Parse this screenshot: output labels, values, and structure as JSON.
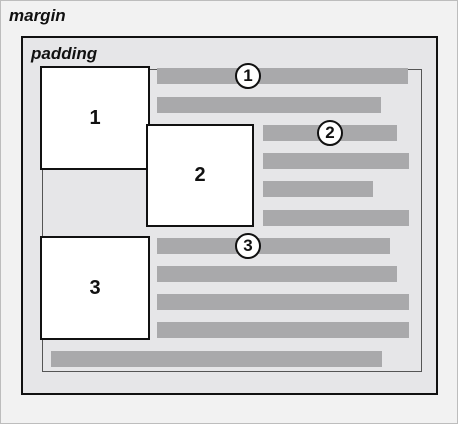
{
  "labels": {
    "margin": "margin",
    "padding": "padding"
  },
  "boxes": [
    "1",
    "2",
    "3"
  ],
  "markers": [
    "1",
    "2",
    "3"
  ],
  "colors": {
    "bar": "#a9a9ab",
    "padding_fill": "#e6e6e8",
    "margin_fill": "#f2f2f2",
    "box_fill": "#ffffff",
    "stroke": "#111111"
  }
}
